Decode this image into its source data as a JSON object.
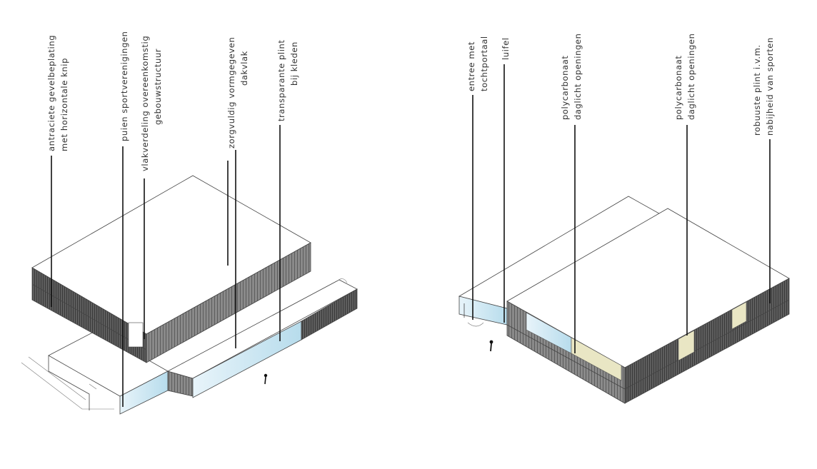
{
  "left_diagram": {
    "labels": [
      {
        "lines": [
          "antraciete gevelbeplating",
          "met horizontale knip"
        ]
      },
      {
        "lines": [
          "puien sportverenigingen"
        ]
      },
      {
        "lines": [
          "vlakverdeling overeenkomstig",
          "gebouwstructuur"
        ]
      },
      {
        "lines": [
          "zorgvuldig vormgegeven",
          "dakvlak"
        ]
      },
      {
        "lines": [
          "transparante plint",
          "bij kleden"
        ]
      }
    ]
  },
  "right_diagram": {
    "labels": [
      {
        "lines": [
          "entree met",
          "tochtportaal"
        ]
      },
      {
        "lines": [
          "luifel"
        ]
      },
      {
        "lines": [
          "polycarbonaat",
          "daglicht openingen"
        ]
      },
      {
        "lines": [
          "polycarbonaat",
          "daglicht openingen"
        ]
      },
      {
        "lines": [
          "robuuste plint i.v.m.",
          "nabijheid van sporten"
        ]
      }
    ]
  },
  "colors": {
    "facade_dark": "#6e6e6e",
    "facade_mid": "#8f8f8f",
    "glass": "#cfe7f2",
    "polycarbonate": "#e9e6c4",
    "roof": "#ffffff",
    "leader": "#111111",
    "text": "#333333"
  }
}
